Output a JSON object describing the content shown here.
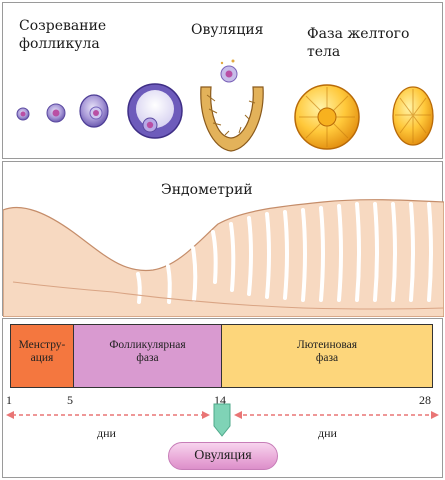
{
  "ovary_panel": {
    "labels": {
      "follicle_maturation": "Созревание фолликула",
      "ovulation": "Овуляция",
      "luteal_phase": "Фаза желтого тела"
    }
  },
  "endometrium_panel": {
    "title": "Эндометрий"
  },
  "cycle_bar": {
    "phases": [
      {
        "name": "Менстру-",
        "name2": "ация",
        "color": "#f4773f"
      },
      {
        "name": "Фолликулярная",
        "name2": "фаза",
        "color": "#d99ad0"
      },
      {
        "name": "Лютеиновая",
        "name2": "фаза",
        "color": "#fdd67b"
      }
    ]
  },
  "timeline": {
    "days": [
      "1",
      "5",
      "14",
      "28"
    ],
    "unit_left": "дни",
    "unit_right": "дни",
    "ovulation_label": "Овуляция",
    "marker_color": "#7fd3b6",
    "arrow_color": "#e97575"
  }
}
